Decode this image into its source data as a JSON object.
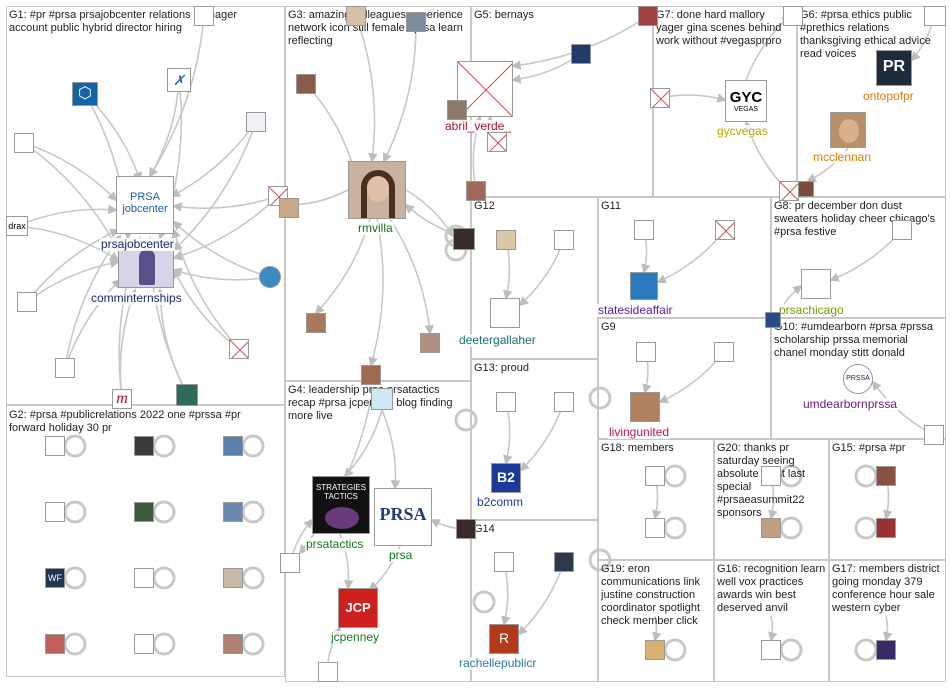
{
  "groups": [
    {
      "id": "G1",
      "label": "G1: #pr #prsa prsajobcenter relations manager account public hybrid director hiring"
    },
    {
      "id": "G2",
      "label": "G2: #prsa #publicrelations 2022 one #prssa #pr forward holiday 30 pr"
    },
    {
      "id": "G3",
      "label": "G3: amazing colleagues experience network icon still female #prsa learn reflecting"
    },
    {
      "id": "G4",
      "label": "G4: leadership prsa prsatactics recap #prsa jcpenney blog finding more live"
    },
    {
      "id": "G5",
      "label": "G5: bernays"
    },
    {
      "id": "G6",
      "label": "G6: #prsa ethics public #prethics relations thanksgiving ethical advice read voices"
    },
    {
      "id": "G7",
      "label": "G7: done hard mallory yager gina scenes behind work without #vegasprpro"
    },
    {
      "id": "G8",
      "label": "G8: pr december don dust sweaters holiday cheer chicago's #prsa festive"
    },
    {
      "id": "G9",
      "label": "G9"
    },
    {
      "id": "G10",
      "label": "G10: #umdearborn #prsa #prssa scholarship prssa memorial chanel monday stitt donald"
    },
    {
      "id": "G11",
      "label": "G11"
    },
    {
      "id": "G12",
      "label": "G12"
    },
    {
      "id": "G13",
      "label": "G13: proud"
    },
    {
      "id": "G14",
      "label": "G14"
    },
    {
      "id": "G15",
      "label": "G15: #prsa #pr"
    },
    {
      "id": "G16",
      "label": "G16: recognition learn well vox practices awards win best deserved anvil"
    },
    {
      "id": "G17",
      "label": "G17: members district going monday 379 conference hour sale western cyber"
    },
    {
      "id": "G18",
      "label": "G18: members"
    },
    {
      "id": "G19",
      "label": "G19: eron communications link justine construction coordinator spotlight check member click"
    },
    {
      "id": "G20",
      "label": "G20: thanks pr saturday seeing absolute blast last special #prsaeasummit22 sponsors"
    }
  ],
  "node_labels": {
    "prsajobcenter": "prsajobcenter",
    "comminternships": "comminternships",
    "rmvilla": "rmvilla",
    "abril_verde_": "abril_verde_",
    "gycvegas": "gycvegas",
    "ontopofpr": "ontopofpr",
    "mcclennan": "mcclennan",
    "deetergallaher": "deetergallaher",
    "statesideaffair": "statesideaffair",
    "prsachicago": "prsachicago",
    "livingunited": "livingunited",
    "umdearbornprssa": "umdearbornprssa",
    "prsatactics": "prsatactics",
    "prsa": "prsa",
    "jcpenney": "jcpenney",
    "b2comm": "b2comm",
    "rachellepublicr": "rachellepublicr",
    "drax": "drax"
  },
  "logo_text": {
    "prsajobcenter": "PRSA jobcenter",
    "gyc": "GYC",
    "gyc_sub": "VEGAS",
    "pr": "PR",
    "jcp": "JCP",
    "prsa": "PRSA",
    "b2": "B2",
    "r": "R",
    "st_line1": "STRATEGIES",
    "st_line2": "TACTICS",
    "wf": "WF",
    "umd": "PRSSA"
  },
  "colors": {
    "edge": "#c8c8c8",
    "arrow": "#bdbdbd",
    "box_border": "#c8c8c8",
    "g1": "#1b2a6b",
    "g3": "#1e6e1e",
    "g5": "#b0102a",
    "g6": "#e07b00",
    "g7": "#b8a800",
    "g8": "#6ca100",
    "g9": "#c0105a",
    "g10": "#6a1a7a",
    "g11": "#5a1a9a",
    "g12": "#1a6a7a",
    "g13": "#1a3a9a",
    "g14": "#2a7aa8",
    "g4": "#137a1e",
    "missing_x": "#d05050"
  }
}
